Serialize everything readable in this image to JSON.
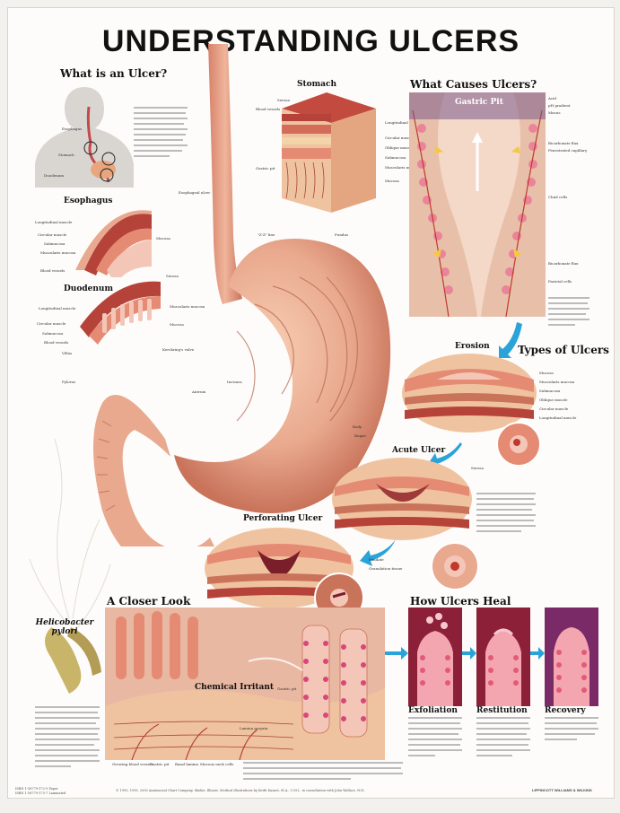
{
  "title": "UNDERSTANDING ULCERS",
  "sections": {
    "what_is": "What is an Ulcer?",
    "esophagus": "Esophagus",
    "duodenum": "Duodenum",
    "stomach": "Stomach",
    "causes": "What Causes Ulcers?",
    "gastric_pit": "Gastric Pit",
    "types": "Types of Ulcers",
    "erosion": "Erosion",
    "acute": "Acute Ulcer",
    "perforating": "Perforating Ulcer",
    "closer_look": "A Closer Look",
    "helicobacter": "Helicobacter pylori",
    "chemical": "Chemical Irritant",
    "heal": "How Ulcers Heal",
    "exfoliation": "Exfoliation",
    "restitution": "Restitution",
    "recovery": "Recovery"
  },
  "labels": {
    "esophagus": "Esophagus",
    "stomach": "Stomach",
    "duodenum": "Duodenum",
    "longitudinal_muscle": "Longitudinal muscle",
    "circular_muscle": "Circular muscle",
    "submucosa": "Submucosa",
    "muscularis_mucosa": "Muscularis mucosa",
    "mucosa": "Mucosa",
    "blood_vessels": "Blood vessels",
    "serosa": "Serosa",
    "villus": "Villus",
    "pylorus": "Pylorus",
    "fundus": "Fundus",
    "body": "Body",
    "rugae": "Rugae",
    "esophageal_ulcer": "Esophageal ulcer",
    "gastric_pit": "Gastric pit",
    "kerckrings_valve": "Kerckring's valve",
    "oblique_muscle": "Oblique muscle",
    "antrum": "Antrum",
    "incisura": "Incisura",
    "cz_line": "\"Z-Z\" line",
    "acid": "Acid",
    "ph_gradient": "pH gradient",
    "mucus": "Mucus",
    "bicarbonate_flux": "Bicarbonate flux",
    "chief_cells": "Chief cells",
    "parietal_cells": "Parietal cells",
    "fenestrated_capillary": "Fenestrated capillary",
    "exudate": "Exudate",
    "granulation_tissue": "Granulation tissue",
    "gastric_pit_small": "Gastric pit",
    "basal_lamina": "Basal lamina",
    "mucous_neck_cells": "Mucous neck cells",
    "lamina_propria": "Lamina propria",
    "growing_blood_vessels": "Growing blood vessels"
  },
  "footer": {
    "copyright": "© 1993, 1995, 2000 Anatomical Chart Company, Skokie, Illinois. Medical illustrations by Keith Kasnot, M.A., C.M.I., in consultation with John Wallace, M.D.",
    "isbn1": "ISBN 1-58779-172-9 Paper",
    "isbn2": "ISBN 1-58779-173-7 Laminated",
    "publisher": "LIPPINCOTT WILLIAMS & WILKINS"
  },
  "colors": {
    "tissue": "#e9a98e",
    "tissue_dark": "#c8735a",
    "muscle": "#b5433a",
    "deep": "#7a1f2a",
    "pink": "#f4c6b8",
    "mucus": "#f2d4a8",
    "arrow": "#2aa3d9",
    "bacteria": "#c9b56a"
  },
  "icons": [
    "blue-arrow-icon",
    "magnifier-circle-icon"
  ]
}
